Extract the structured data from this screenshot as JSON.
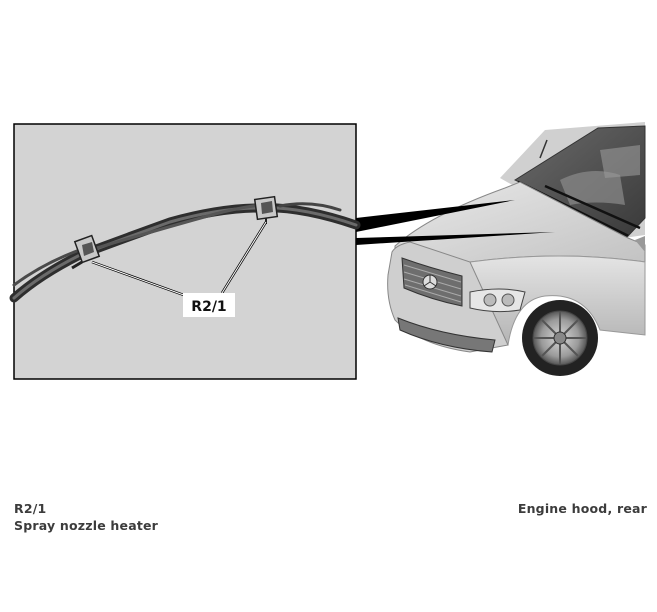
{
  "callout": {
    "label": "R2/1"
  },
  "legend": {
    "code": "R2/1",
    "description": "Spray nozzle heater",
    "location": "Engine hood, rear"
  },
  "icons": {
    "nozzle": "spray-nozzle-icon",
    "car": "car-illustration"
  }
}
